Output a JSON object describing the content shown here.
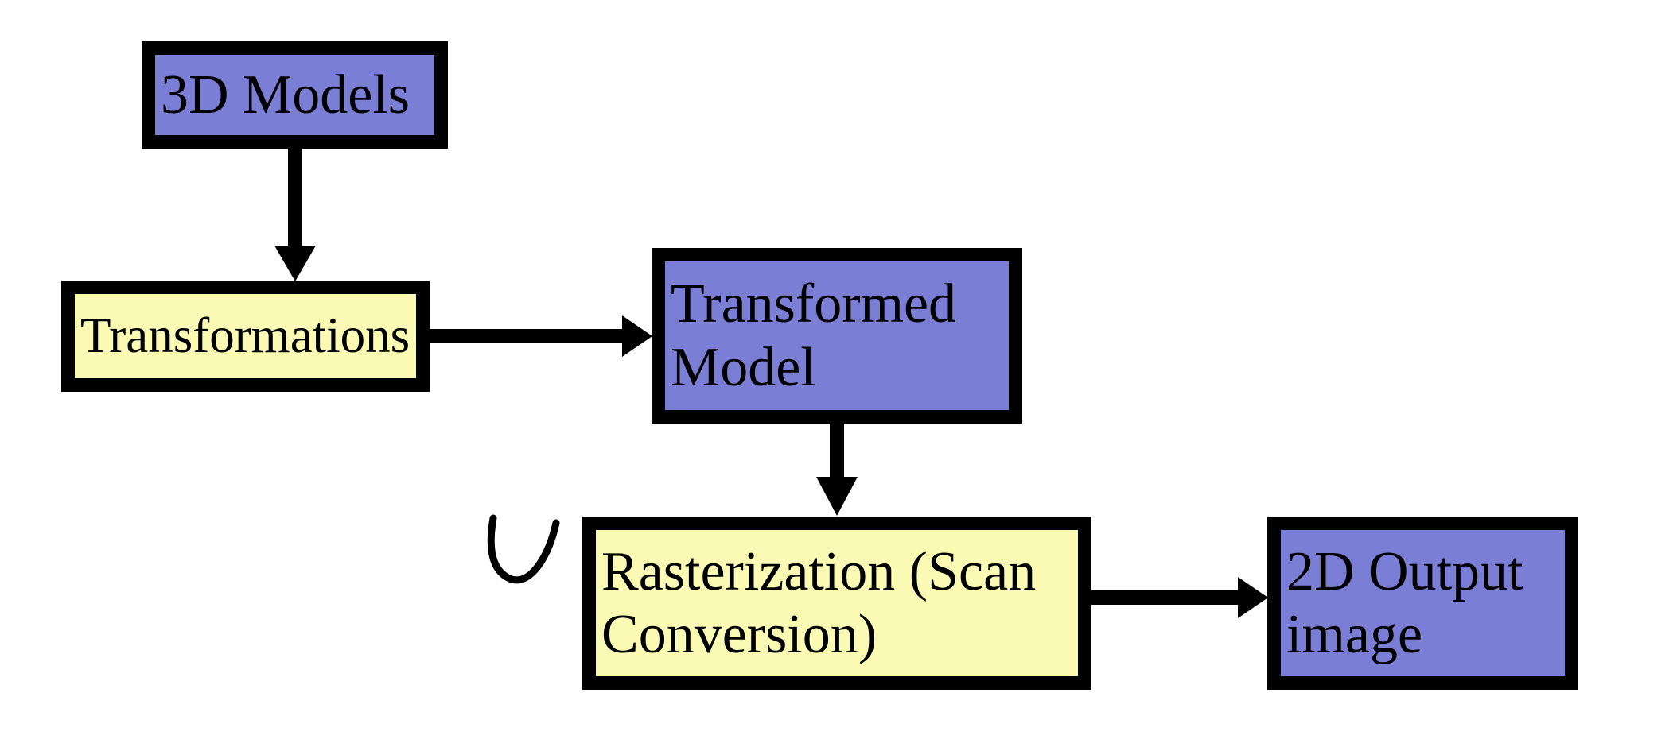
{
  "diagram": {
    "description": "Graphics rendering pipeline flowchart",
    "background": "#ffffff",
    "palette": {
      "node_purple": "#7a7fd5",
      "node_yellow": "#fafab4",
      "border": "#000000",
      "arrow": "#000000",
      "text": "#000000"
    },
    "nodes": [
      {
        "id": "3d-models",
        "label": "3D Models",
        "fill": "purple"
      },
      {
        "id": "transformations",
        "label": "Transformations",
        "fill": "yellow"
      },
      {
        "id": "transformed-model",
        "label": "Transformed\nModel",
        "fill": "purple"
      },
      {
        "id": "rasterization",
        "label": "Rasterization (Scan\nConversion)",
        "fill": "yellow"
      },
      {
        "id": "2d-output-image",
        "label": "2D Output\nimage",
        "fill": "purple"
      }
    ],
    "edges": [
      {
        "from": "3d-models",
        "to": "transformations",
        "direction": "down"
      },
      {
        "from": "transformations",
        "to": "transformed-model",
        "direction": "right"
      },
      {
        "from": "transformed-model",
        "to": "rasterization",
        "direction": "down"
      },
      {
        "from": "rasterization",
        "to": "2d-output-image",
        "direction": "right"
      }
    ],
    "annotations": [
      {
        "id": "u-squiggle",
        "type": "hand-drawn-curve",
        "near": "rasterization",
        "side": "left"
      }
    ]
  }
}
